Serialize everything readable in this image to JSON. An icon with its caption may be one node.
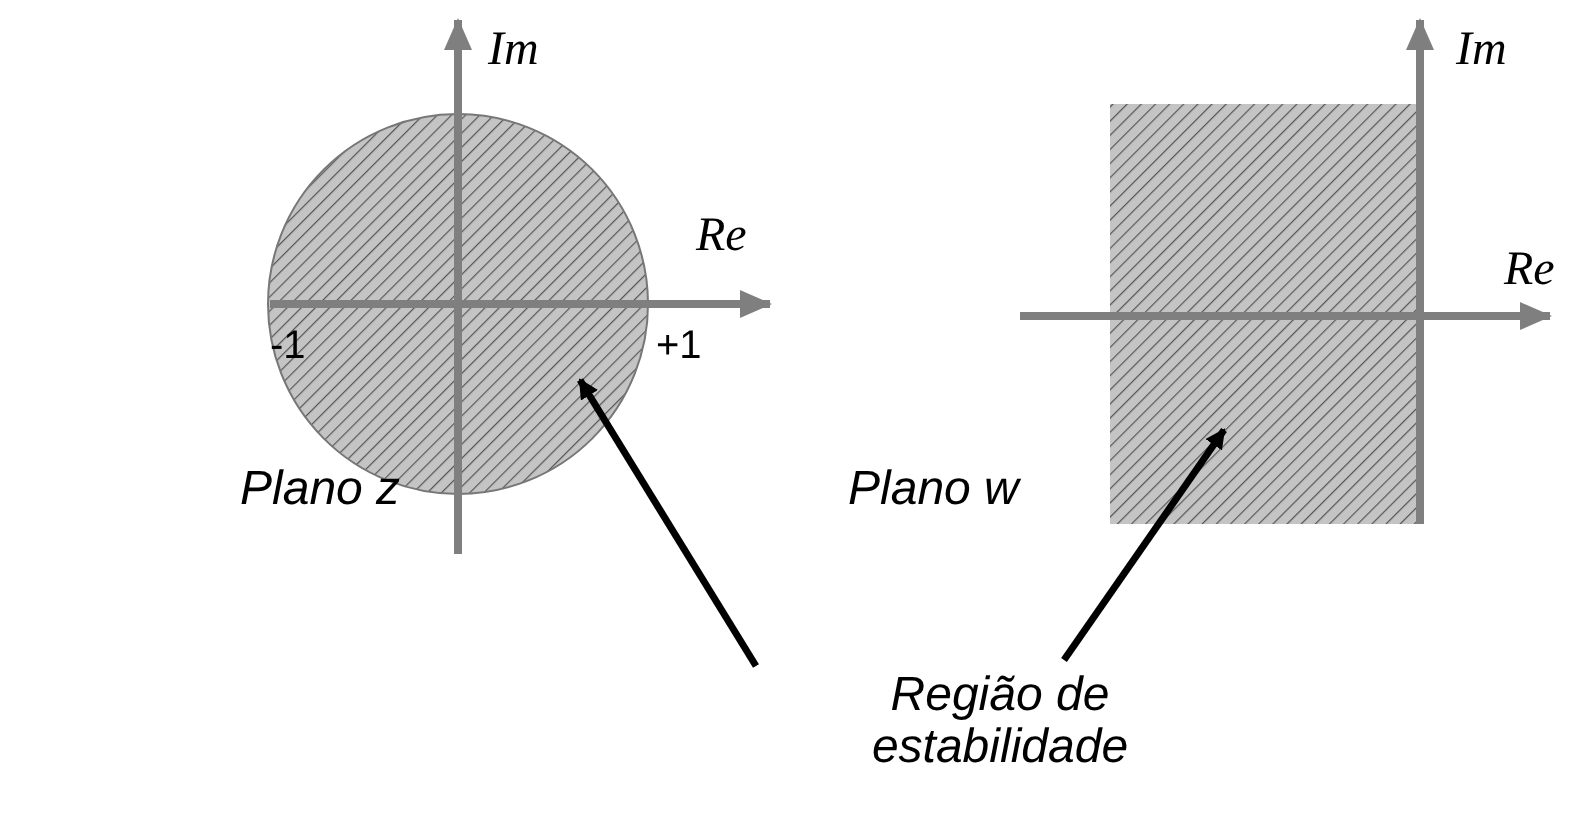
{
  "diagram": {
    "nodes": [
      {
        "text": [],
        "shape": "circle"
      },
      {
        "text": [],
        "shape": "box"
      },
      {
        "text": [
          "Região de estabilidade"
        ]
      }
    ],
    "edges": [
      {
        "from": 2,
        "to": 0,
        "arrow": "to"
      },
      {
        "from": 2,
        "to": 1,
        "arrow": "to"
      }
    ],
    "labels": [
      "Im",
      "Re",
      "-1",
      "+1",
      "Plano z",
      "Im",
      "Re",
      "Plano w"
    ]
  }
}
